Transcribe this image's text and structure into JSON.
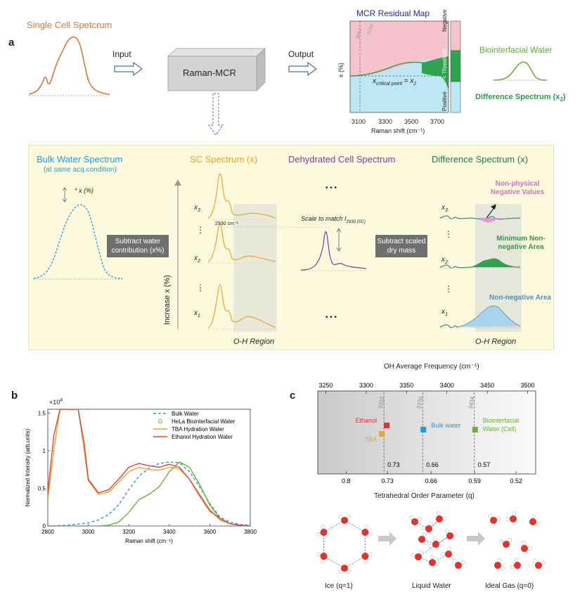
{
  "panel_a": {
    "letter": "a",
    "single_cell_label": "Single Cell Spetcrum",
    "input_label": "Input",
    "output_label": "Output",
    "box_label": "Raman-MCR",
    "mcr_title": "MCR Residual Map",
    "mcr_ylabel": "x (%)",
    "mcr_xlabel": "Raman shift (cm⁻¹)",
    "mcr_xticks": [
      "3100",
      "3300",
      "3500",
      "3700"
    ],
    "mcr_vlines": [
      "3054",
      "3150"
    ],
    "mcr_annotation": "x_critical point = x₂",
    "mcr_annot_x": "x",
    "mcr_annot_sub": "critical point",
    "mcr_annot_rest": " = x",
    "mcr_annot_sub2": "2",
    "mcr_sidebar": [
      "Negative",
      "< Threshold",
      "Positive"
    ],
    "biointerfacial_label": "Biointerfacial Water",
    "difference_label": "Difference Spectrum (x",
    "difference_sub": "2",
    "difference_end": ")",
    "colors": {
      "red_region": "#f6c3cc",
      "blue_region": "#bfe6f5",
      "green_band": "#2fa34f",
      "orange": "#d9773a"
    }
  },
  "workflow": {
    "bulk_title": "Bulk Water Spectrum",
    "bulk_subtitle": "(at same acq.condition)",
    "bulk_scale": "* x (%)",
    "subtract_water": "Subtract water contribution (x%)",
    "sc_title": "SC Spectrum (x)",
    "dehydrated_title": "Dehydrated Cell Spectrum",
    "diff_title": "Difference Spectrum (x)",
    "increase_label": "Increase x (%)",
    "x_labels": [
      "x",
      "x",
      "x"
    ],
    "x_subs": [
      "3",
      "2",
      "1"
    ],
    "peak_label": "2930 cm⁻¹",
    "scale_label": "Scale to match I",
    "scale_sub": "2930 (SC)",
    "subtract_dry": "Subtract scaled dry mass",
    "oh_region": "O-H Region",
    "oh_region_2": "O-H Region",
    "ellipsis": "• • •",
    "ellipsis_2": "• • •",
    "vdots": "⋮",
    "nonphysical": "Non-physical Negative Values",
    "minimum": "Minimum Non-negative Area",
    "nonneg": "Non-negative Area"
  },
  "panel_b": {
    "letter": "b",
    "multiplier": "×10",
    "multiplier_exp": "4",
    "chart_data": {
      "type": "line",
      "xlabel": "Raman shift (cm⁻¹)",
      "ylabel": "Normalized Intensity  (arb.units)",
      "xlim": [
        2800,
        3800
      ],
      "ylim": [
        0,
        1.55
      ],
      "xticks": [
        "2800",
        "3000",
        "3200",
        "3400",
        "3600",
        "3800"
      ],
      "yticks": [
        "0",
        "0.5",
        "1",
        "1.5"
      ],
      "legend_position": "top-right",
      "series": [
        {
          "name": "Bulk Water",
          "color": "#2b9ad8",
          "style": "dashed",
          "x": [
            2800,
            2900,
            3000,
            3050,
            3100,
            3150,
            3200,
            3250,
            3300,
            3350,
            3400,
            3450,
            3500,
            3550,
            3600,
            3650,
            3700,
            3750,
            3800
          ],
          "y": [
            0.0,
            0.01,
            0.04,
            0.08,
            0.15,
            0.28,
            0.48,
            0.66,
            0.77,
            0.83,
            0.85,
            0.84,
            0.72,
            0.52,
            0.3,
            0.12,
            0.05,
            0.02,
            0.01
          ]
        },
        {
          "name": "HeLa Biointerfacial Water",
          "color": "#6fae3e",
          "style": "solid",
          "x": [
            2800,
            2900,
            3000,
            3050,
            3100,
            3150,
            3200,
            3250,
            3300,
            3350,
            3400,
            3450,
            3500,
            3550,
            3600,
            3650,
            3700,
            3750,
            3800
          ],
          "y": [
            0.0,
            0.0,
            0.0,
            0.0,
            0.01,
            0.05,
            0.18,
            0.35,
            0.42,
            0.52,
            0.72,
            0.85,
            0.78,
            0.55,
            0.28,
            0.1,
            0.03,
            0.01,
            0.0
          ]
        },
        {
          "name": "TBA Hydration Water",
          "color": "#e6a535",
          "style": "solid",
          "x": [
            2800,
            2830,
            2860,
            2900,
            2950,
            2980,
            3000,
            3050,
            3100,
            3150,
            3200,
            3250,
            3300,
            3350,
            3400,
            3450,
            3500,
            3550,
            3600,
            3650,
            3700,
            3750,
            3800
          ],
          "y": [
            0.35,
            1.0,
            1.55,
            1.55,
            1.55,
            1.0,
            0.6,
            0.42,
            0.45,
            0.58,
            0.72,
            0.78,
            0.75,
            0.74,
            0.78,
            0.76,
            0.62,
            0.42,
            0.22,
            0.08,
            0.03,
            0.01,
            0.0
          ]
        },
        {
          "name": "Ethanol Hydration Water",
          "color": "#d8453f",
          "style": "solid",
          "x": [
            2800,
            2830,
            2860,
            2900,
            2950,
            2980,
            3000,
            3050,
            3100,
            3150,
            3200,
            3250,
            3300,
            3350,
            3400,
            3450,
            3500,
            3550,
            3600,
            3650,
            3700,
            3750,
            3800
          ],
          "y": [
            0.45,
            1.2,
            1.55,
            1.55,
            1.55,
            1.1,
            0.62,
            0.44,
            0.48,
            0.62,
            0.78,
            0.83,
            0.8,
            0.78,
            0.82,
            0.78,
            0.62,
            0.4,
            0.2,
            0.1,
            0.03,
            0.01,
            0.0
          ]
        }
      ]
    }
  },
  "panel_c": {
    "letter": "c",
    "top_axis_label": "OH Average Frequency (cm⁻¹)",
    "top_ticks": [
      "3250",
      "3300",
      "3350",
      "3400",
      "3450",
      "3500"
    ],
    "bottom_axis_label": "Tetrahedral Order Parameter (q)",
    "bottom_ticks": [
      "0.8",
      "0.73",
      "0.66",
      "0.59",
      "0.52"
    ],
    "vlines": [
      "3322",
      "3370",
      "3434"
    ],
    "q_values": [
      "0.73",
      "0.66",
      "0.57"
    ],
    "points": [
      {
        "label": "Ethanol",
        "color": "#d8353a"
      },
      {
        "label": "TBA",
        "color": "#e6a535"
      },
      {
        "label": "Bulk water",
        "color": "#2b9ad8"
      },
      {
        "label": "Biointerfacial Water (Cell)",
        "color": "#6fae3e"
      }
    ],
    "states": [
      "Ice (q=1)",
      "Liquid Water",
      "Ideal Gas (q=0)"
    ]
  }
}
